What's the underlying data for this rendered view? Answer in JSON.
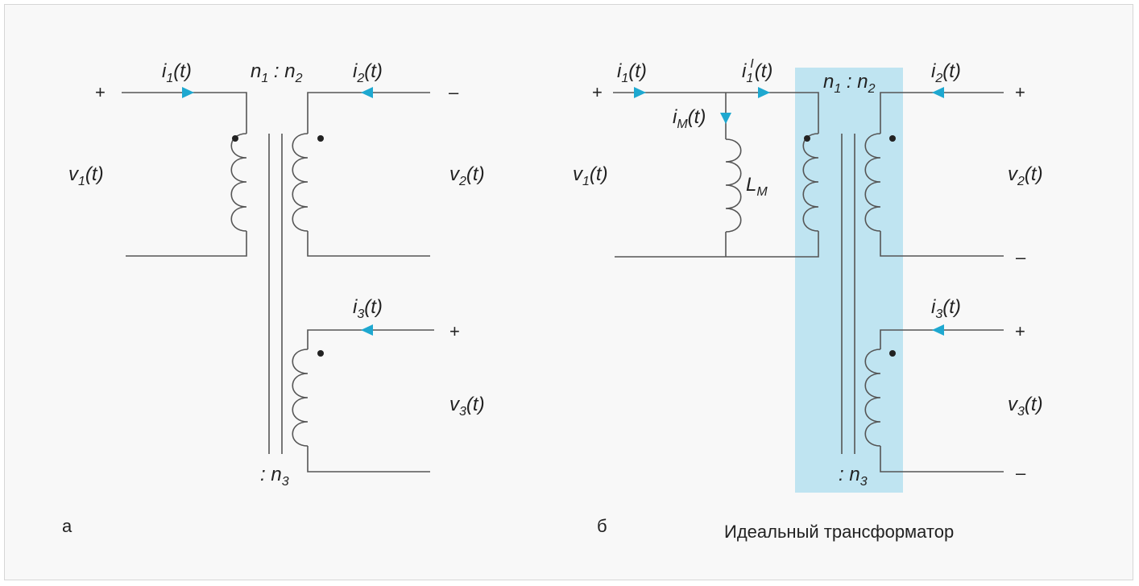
{
  "colors": {
    "arrow": "#1ea8d0",
    "ideal_box": "#bfe4f1",
    "wire": "#555555",
    "background": "#f8f8f8"
  },
  "panel_a": {
    "tag": "а",
    "i1": {
      "base": "i",
      "sub": "1",
      "arg": "(t)"
    },
    "i2": {
      "base": "i",
      "sub": "2",
      "arg": "(t)"
    },
    "i3": {
      "base": "i",
      "sub": "3",
      "arg": "(t)"
    },
    "v1": {
      "base": "v",
      "sub": "1",
      "arg": "(t)"
    },
    "v2": {
      "base": "v",
      "sub": "2",
      "arg": "(t)"
    },
    "v3": {
      "base": "v",
      "sub": "3",
      "arg": "(t)"
    },
    "ratio": {
      "n1": "n",
      "s1": "1",
      "colon": " : ",
      "n2": "n",
      "s2": "2"
    },
    "ratio3": {
      "colon": ": ",
      "n": "n",
      "s": "3"
    },
    "sign_in_top": "+",
    "sign_out2": "–",
    "sign_out3": "+"
  },
  "panel_b": {
    "tag": "б",
    "caption": "Идеальный трансформатор",
    "i1": {
      "base": "i",
      "sub": "1",
      "arg": "(t)"
    },
    "i1p": {
      "base": "i",
      "sub": "1",
      "sup": "I",
      "arg": "(t)"
    },
    "iM": {
      "base": "i",
      "sub": "M",
      "arg": "(t)"
    },
    "LM": {
      "base": "L",
      "sub": "M"
    },
    "i2": {
      "base": "i",
      "sub": "2",
      "arg": "(t)"
    },
    "i3": {
      "base": "i",
      "sub": "3",
      "arg": "(t)"
    },
    "v1": {
      "base": "v",
      "sub": "1",
      "arg": "(t)"
    },
    "v2": {
      "base": "v",
      "sub": "2",
      "arg": "(t)"
    },
    "v3": {
      "base": "v",
      "sub": "3",
      "arg": "(t)"
    },
    "ratio": {
      "n1": "n",
      "s1": "1",
      "colon": " : ",
      "n2": "n",
      "s2": "2"
    },
    "ratio3": {
      "colon": ": ",
      "n": "n",
      "s": "3"
    },
    "sign_in_top": "+",
    "sign_out2_top": "+",
    "sign_out2_bot": "–",
    "sign_out3_top": "+",
    "sign_out3_bot": "–"
  }
}
